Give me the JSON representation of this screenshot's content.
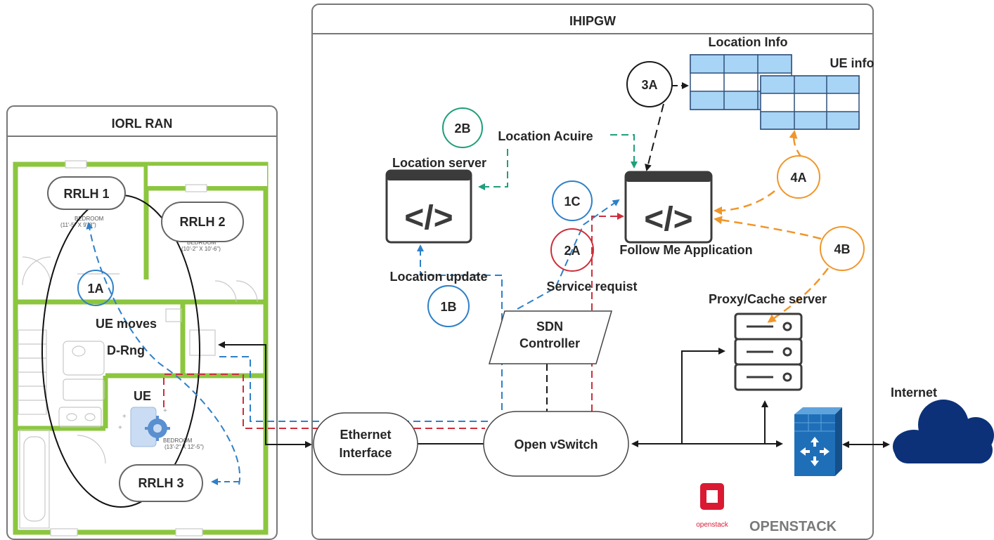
{
  "panels": {
    "ihipgw": "IHIPGW",
    "iorl_ran": "IORL RAN"
  },
  "rrlh": {
    "r1": "RRLH 1",
    "r2": "RRLH 2",
    "r3": "RRLH 3"
  },
  "floorplan": {
    "room1_name": "BEDROOM",
    "room1_size": "(11'-5\" X 9'-8\")",
    "room2_name": "BEDROOM",
    "room2_size": "(10'-2\" X 10'-6\")",
    "room3_name": "BEDROOM",
    "room3_size": "(13'-2\" X 12'-5\")"
  },
  "ran_labels": {
    "ue_moves": "UE moves",
    "d_rng": "D-Rng",
    "ue": "UE"
  },
  "steps": {
    "s1a": "1A",
    "s1b": "1B",
    "s1c": "1C",
    "s2a": "2A",
    "s2b": "2B",
    "s3a": "3A",
    "s4a": "4A",
    "s4b": "4B"
  },
  "flows": {
    "location_acquire": "Location Acuire",
    "location_update": "Location update",
    "service_request": "Service requist"
  },
  "nodes": {
    "location_server": "Location server",
    "follow_me_app": "Follow Me Application",
    "location_info": "Location Info",
    "ue_info": "UE info",
    "proxy_cache": "Proxy/Cache  server",
    "sdn_controller_l1": "SDN",
    "sdn_controller_l2": "Controller",
    "ethernet_l1": "Ethernet",
    "ethernet_l2": "Interface",
    "ovs": "Open vSwitch",
    "internet": "Internet"
  },
  "branding": {
    "openstack_logo_text": "openstack",
    "openstack_label": "OPENSTACK"
  },
  "colors": {
    "blue_flow": "#2f80c8",
    "red_flow": "#cc2f3b",
    "green_flow": "#1f9f7a",
    "orange_flow": "#f0962a",
    "black_flow": "#1a1a1a",
    "wall_green": "#8cc63f",
    "table_blue": "#a8d4f5",
    "cloud_navy": "#0c3178",
    "openstack_red": "#da1a32"
  },
  "icons": [
    "code-window-icon",
    "server-icon",
    "firewall-router-icon",
    "cloud-icon",
    "phone-gear-icon",
    "openstack-logo-icon"
  ]
}
